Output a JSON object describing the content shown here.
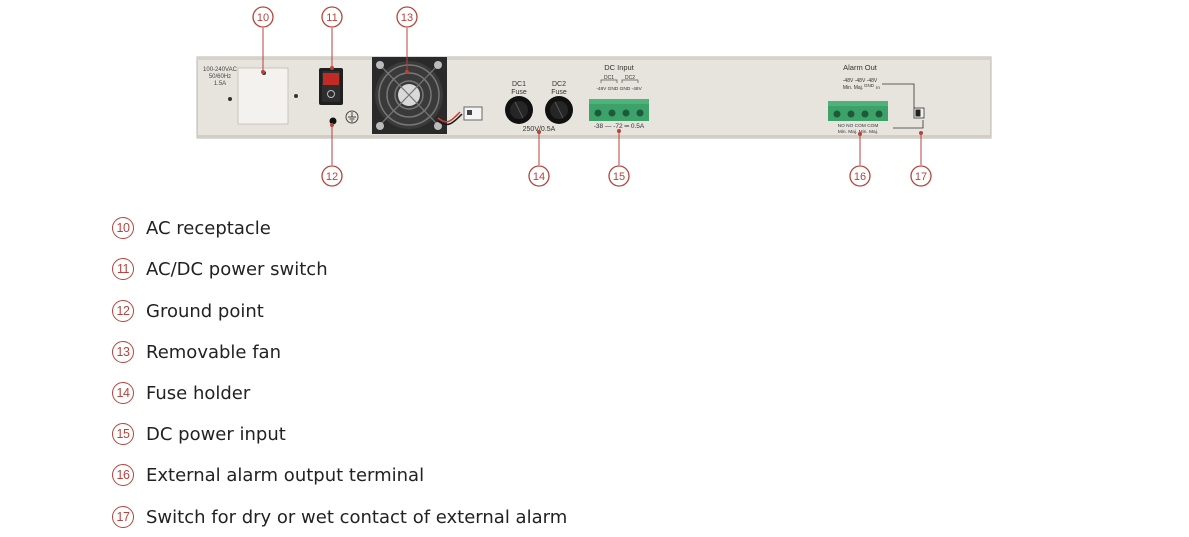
{
  "colors": {
    "accent": "#b8423c",
    "panel": "#e7e4dd",
    "terminal": "#3ca26a",
    "text": "#222222"
  },
  "callouts": [
    "10",
    "11",
    "12",
    "13",
    "14",
    "15",
    "16",
    "17"
  ],
  "panel": {
    "ac_label_1": "100-240VAC",
    "ac_label_2": "50/60Hz",
    "ac_label_3": "1.5A",
    "dc1_label": "DC1",
    "dc1_fuse": "Fuse",
    "dc2_label": "DC2",
    "dc2_fuse": "Fuse",
    "fuse_rating": "250V/0.5A",
    "dc_input_title": "DC Input",
    "dc_input_dc1": "DC1",
    "dc_input_dc2": "DC2",
    "dc_input_pins": "-48V GND GND -48V",
    "dc_input_range": "-38 — -72 ═ 0.5A",
    "alarm_title": "Alarm Out",
    "alarm_top_1": "-48V  -48V   -48V",
    "alarm_top_2": "Min.  Maj.",
    "alarm_gnd": "GND",
    "alarm_in": "In",
    "alarm_bottom_1": "NO  NO COM COM",
    "alarm_bottom_2": "Min. Maj. Min. Maj."
  },
  "legend": [
    {
      "num": "10",
      "label": "AC receptacle"
    },
    {
      "num": "11",
      "label": "AC/DC power switch"
    },
    {
      "num": "12",
      "label": "Ground point"
    },
    {
      "num": "13",
      "label": "Removable fan"
    },
    {
      "num": "14",
      "label": "Fuse holder"
    },
    {
      "num": "15",
      "label": "DC power input"
    },
    {
      "num": "16",
      "label": "External alarm output terminal"
    },
    {
      "num": "17",
      "label": "Switch for dry or wet contact of external alarm"
    }
  ]
}
